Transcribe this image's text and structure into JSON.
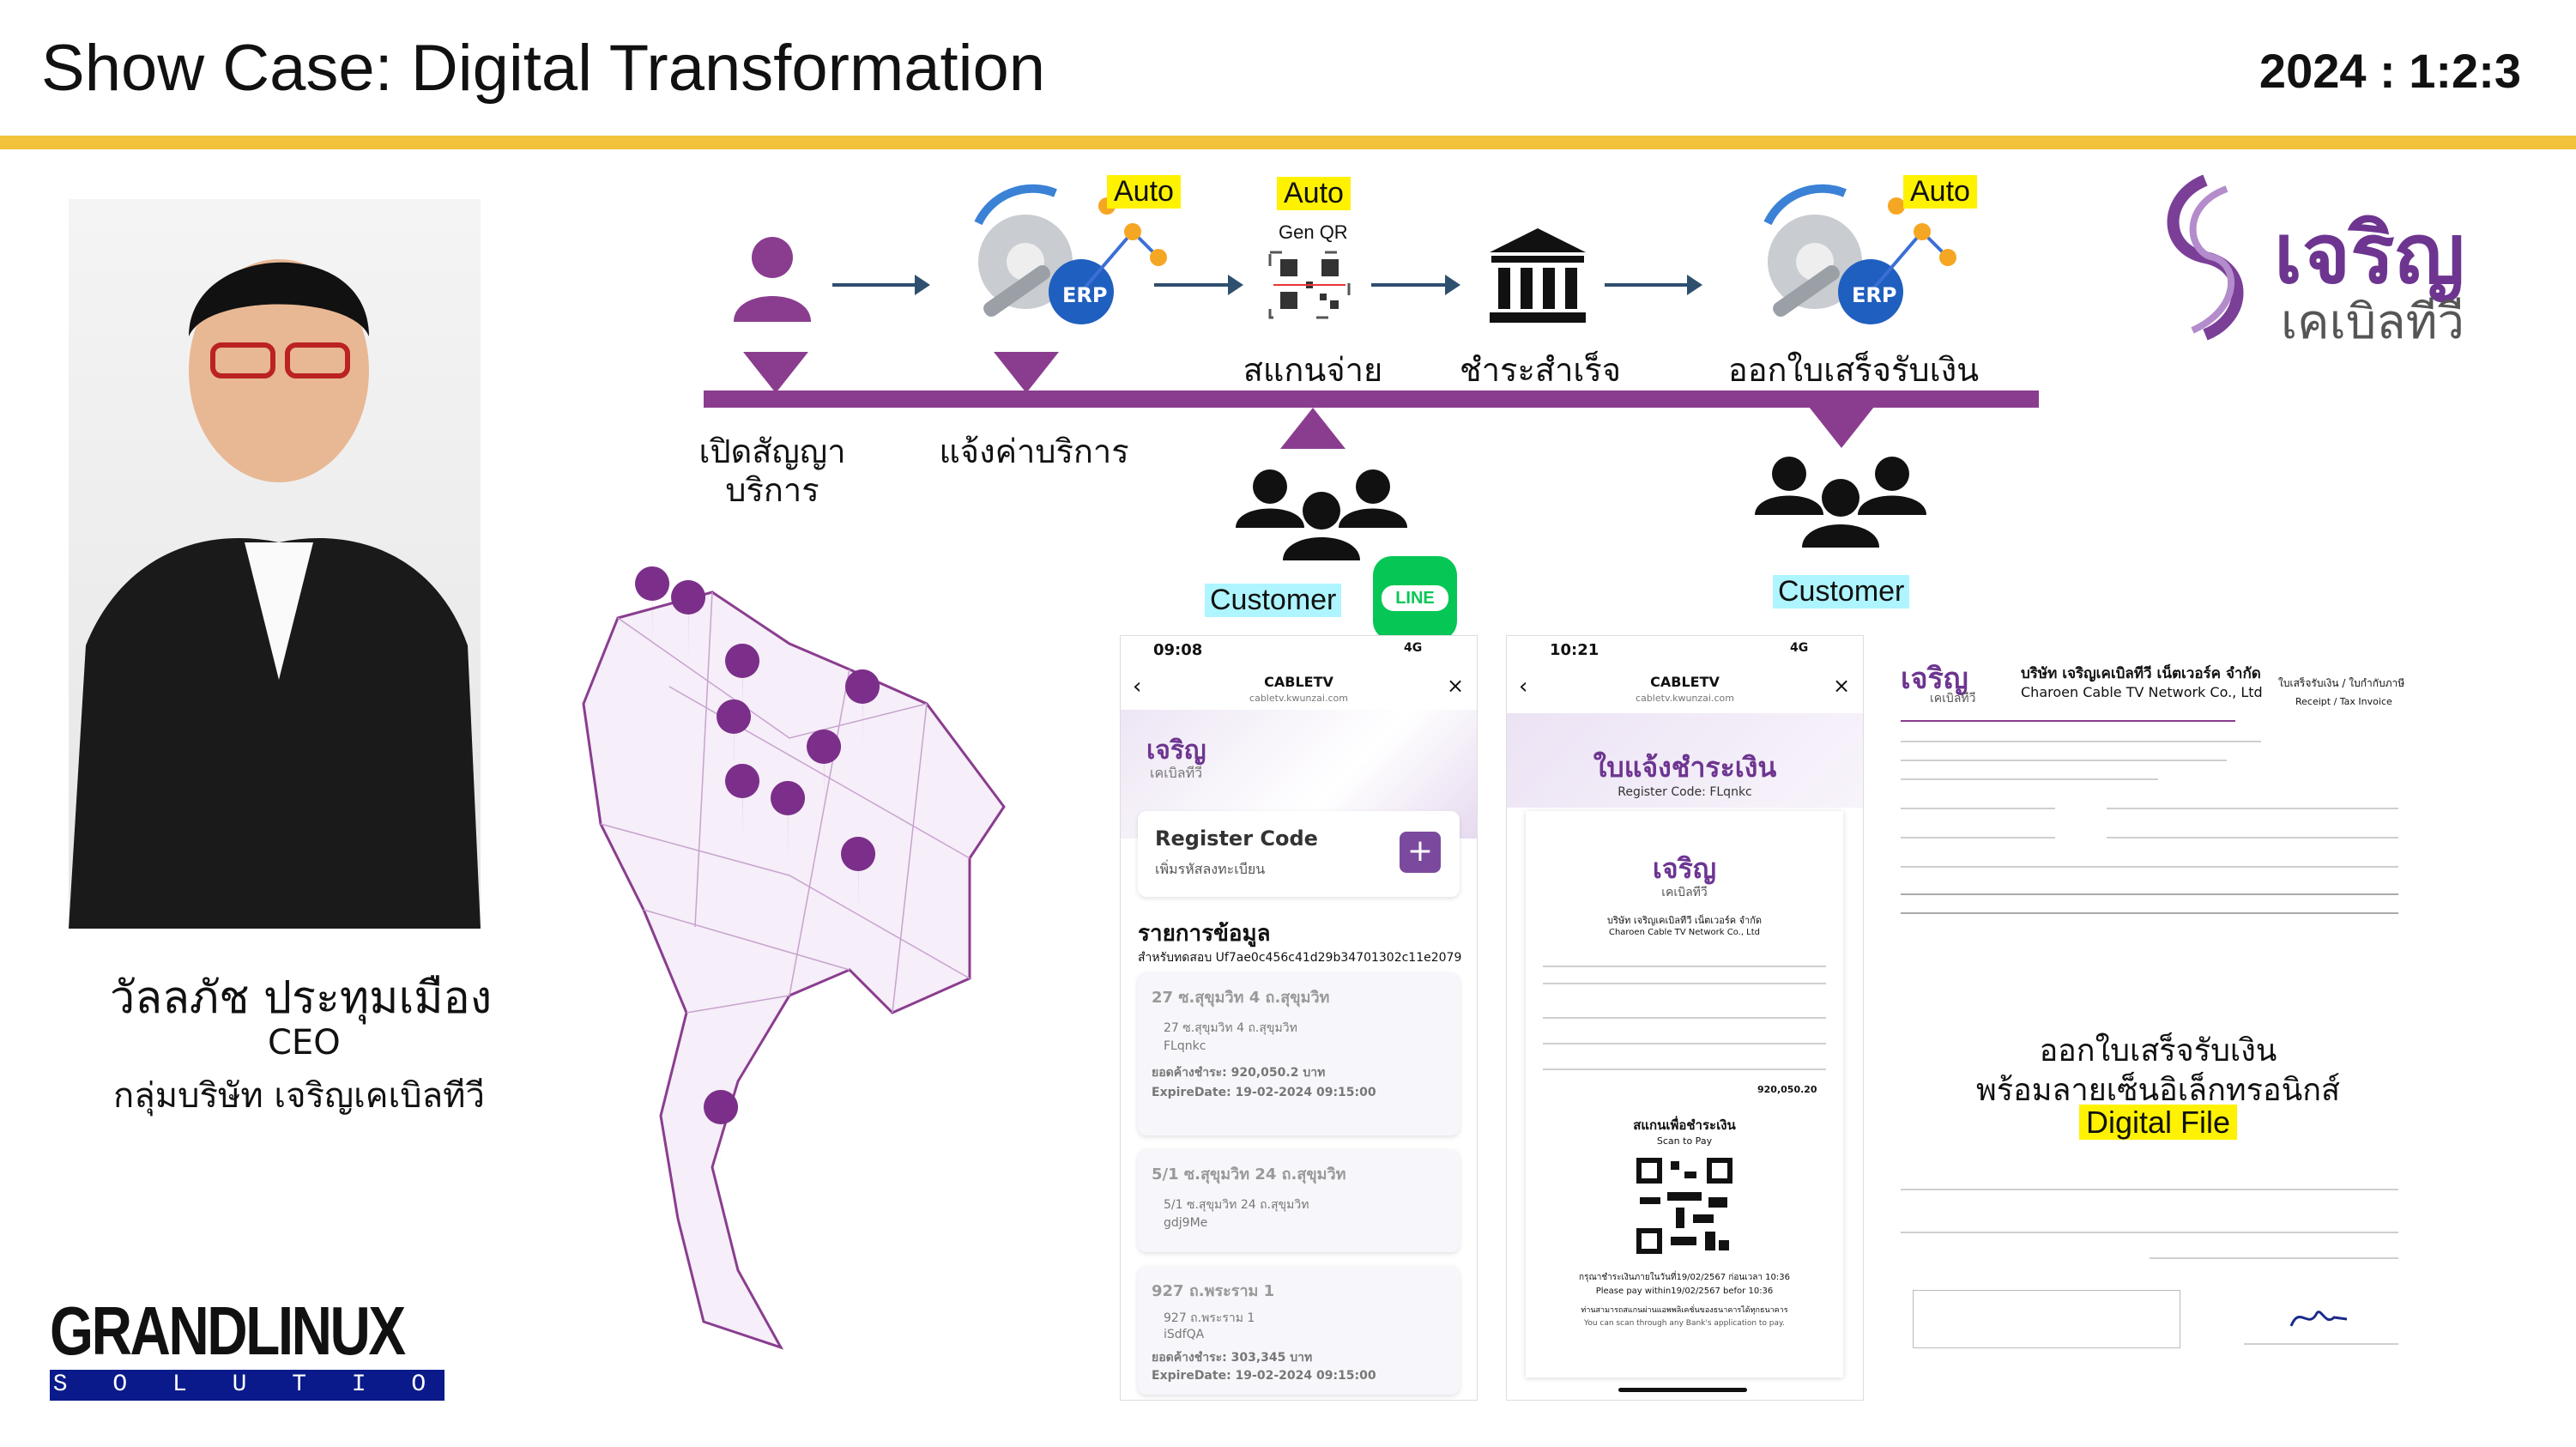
{
  "header": {
    "title": "Show Case: Digital Transformation",
    "code": "2024 : 1:2:3"
  },
  "colors": {
    "gold": "#f2c23a",
    "purple": "#8a3d8f",
    "arrow": "#2f4f6f",
    "auto_highlight": "#fff200",
    "customer_highlight": "#aef5ff"
  },
  "flow": {
    "auto_labels": [
      "Auto",
      "Auto",
      "Auto"
    ],
    "erp_label": "ERP",
    "gen_qr_label": "Gen QR",
    "scan_pay": "สแกนจ่าย",
    "payment_success": "ชำระสำเร็จ",
    "issue_receipt": "ออกใบเสร็จรับเงิน",
    "open_contract_line1": "เปิดสัญญา",
    "open_contract_line2": "บริการ",
    "notify_fee": "แจ้งค่าบริการ",
    "customer_labels": [
      "Customer",
      "Customer"
    ],
    "line_label": "LINE"
  },
  "brand": {
    "logo_thai": "เจริญ",
    "logo_sub": "เคเบิลทีวี"
  },
  "person": {
    "name": "วัลลภัช ประทุมเมือง",
    "role": "CEO",
    "company": "กลุ่มบริษัท เจริญเคเบิลทีวี"
  },
  "grandlinux": {
    "top": "GRANDLINUX",
    "bottom": "S O L U T I O N"
  },
  "phone1": {
    "time": "09:08",
    "signal": "4G",
    "app": "CABLETV",
    "url": "cabletv.kwunzai.com",
    "logo": "เจริญ",
    "logo_sub": "เคเบิลทีวี",
    "register_title": "Register Code",
    "register_sub": "เพิ่มรหัสลงทะเบียน",
    "list_title": "รายการข้อมูล",
    "list_sub": "สำหรับทดสอบ Uf7ae0c456c41d29b34701302c11e2079",
    "items": [
      {
        "title": "27 ซ.สุขุมวิท 4 ถ.สุขุมวิท",
        "addr": "27 ซ.สุขุมวิท 4 ถ.สุขุมวิท",
        "code": "FLqnkc",
        "amount": "ยอดค้างชำระ: 920,050.2 บาท",
        "expire": "ExpireDate: 19-02-2024 09:15:00"
      },
      {
        "title": "5/1 ซ.สุขุมวิท 24 ถ.สุขุมวิท",
        "addr": "5/1 ซ.สุขุมวิท 24 ถ.สุขุมวิท",
        "code": "gdj9Me",
        "amount": "",
        "expire": ""
      },
      {
        "title": "927 ถ.พระราม 1",
        "addr": "927 ถ.พระราม 1",
        "code": "iSdfQA",
        "amount": "ยอดค้างชำระ: 303,345 บาท",
        "expire": "ExpireDate: 19-02-2024 09:15:00"
      }
    ]
  },
  "phone2": {
    "time": "10:21",
    "signal": "4G",
    "app": "CABLETV",
    "url": "cabletv.kwunzai.com",
    "invoice_title": "ใบแจ้งชำระเงิน",
    "register_code": "Register Code: FLqnkc",
    "logo": "เจริญ",
    "logo_sub": "เคเบิลทีวี",
    "company_th": "บริษัท เจริญเคเบิลทีวี เน็ตเวอร์ค จำกัด",
    "company_en": "Charoen Cable TV Network Co., Ltd",
    "total": "920,050.20",
    "scan_th": "สแกนเพื่อชำระเงิน",
    "scan_en": "Scan to Pay",
    "due_th": "กรุณาชำระเงินภายในวันที่19/02/2567 ก่อนเวลา 10:36",
    "due_en": "Please pay within19/02/2567  befor 10:36",
    "note_th": "ท่านสามารถสแกนผ่านแอพพลิเคชั่นของธนาคารได้ทุกธนาคาร",
    "note_en": "You can scan through any Bank's application to pay."
  },
  "receipt": {
    "logo": "เจริญ",
    "logo_sub": "เคเบิลทีวี",
    "company_th": "บริษัท เจริญเคเบิลทีวี เน็ตเวอร์ค จำกัด",
    "company_en": "Charoen Cable TV Network Co., Ltd",
    "doc_th": "ใบเสร็จรับเงิน / ใบกำกับภาษี",
    "doc_en": "Receipt / Tax Invoice",
    "caption1": "ออกใบเสร็จรับเงิน",
    "caption2": "พร้อมลายเซ็นอิเล็กทรอนิกส์",
    "caption3": "Digital  File"
  }
}
